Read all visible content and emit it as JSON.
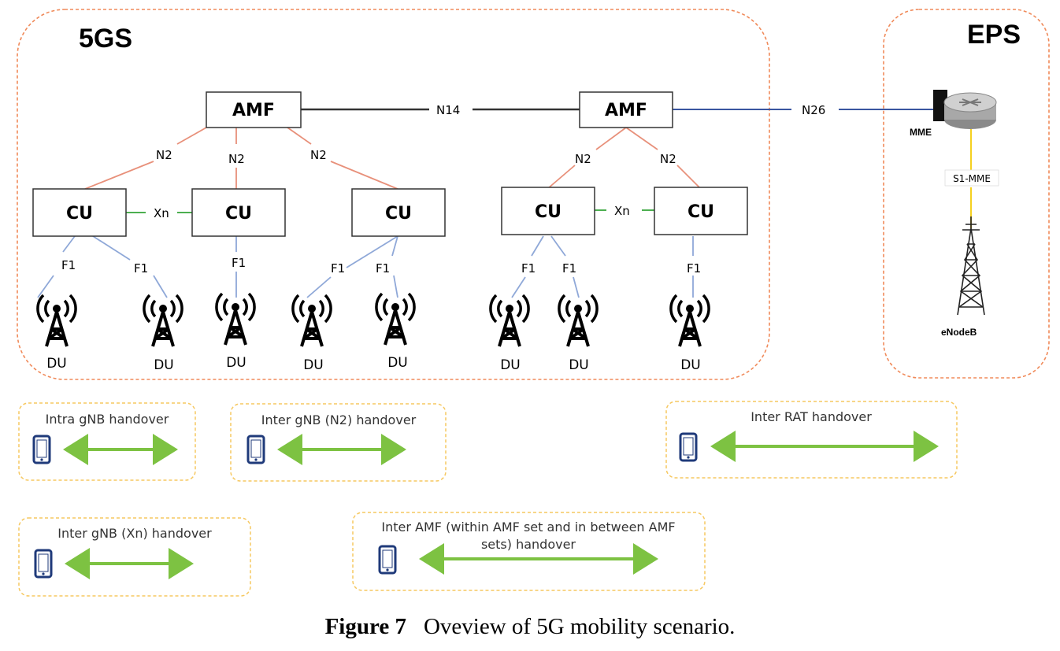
{
  "regions": {
    "fivegs": "5GS",
    "eps": "EPS"
  },
  "nodes": {
    "amf_left": "AMF",
    "amf_right": "AMF",
    "cu": [
      "CU",
      "CU",
      "CU",
      "CU",
      "CU"
    ],
    "du": [
      "DU",
      "DU",
      "DU",
      "DU",
      "DU",
      "DU",
      "DU",
      "DU"
    ],
    "mme": "MME",
    "enodeb": "eNodeB"
  },
  "links": {
    "n14": "N14",
    "n26": "N26",
    "n2": [
      "N2",
      "N2",
      "N2",
      "N2",
      "N2"
    ],
    "xn": [
      "Xn",
      "Xn"
    ],
    "f1": [
      "F1",
      "F1",
      "F1",
      "F1",
      "F1",
      "F1",
      "F1",
      "F1"
    ],
    "s1mme": "S1-MME"
  },
  "legend": {
    "intra_gnb": "Intra gNB handover",
    "inter_gnb_n2": "Inter gNB (N2) handover",
    "inter_rat": "Inter RAT handover",
    "inter_gnb_xn": "Inter gNB (Xn) handover",
    "inter_amf_line1": "Inter AMF (within AMF set and in between AMF",
    "inter_amf_line2": "sets) handover"
  },
  "caption": {
    "label": "Figure 7",
    "text": "Oveview of 5G mobility scenario."
  },
  "colors": {
    "n2_line": "#e8907a",
    "f1_line": "#8fa8d8",
    "xn_line": "#4caf50",
    "n26_line": "#3a55a0",
    "s1_line": "#f5d020",
    "region_border": "#f08a5a",
    "legend_border": "#f6c860",
    "arrow": "#7dc242"
  }
}
